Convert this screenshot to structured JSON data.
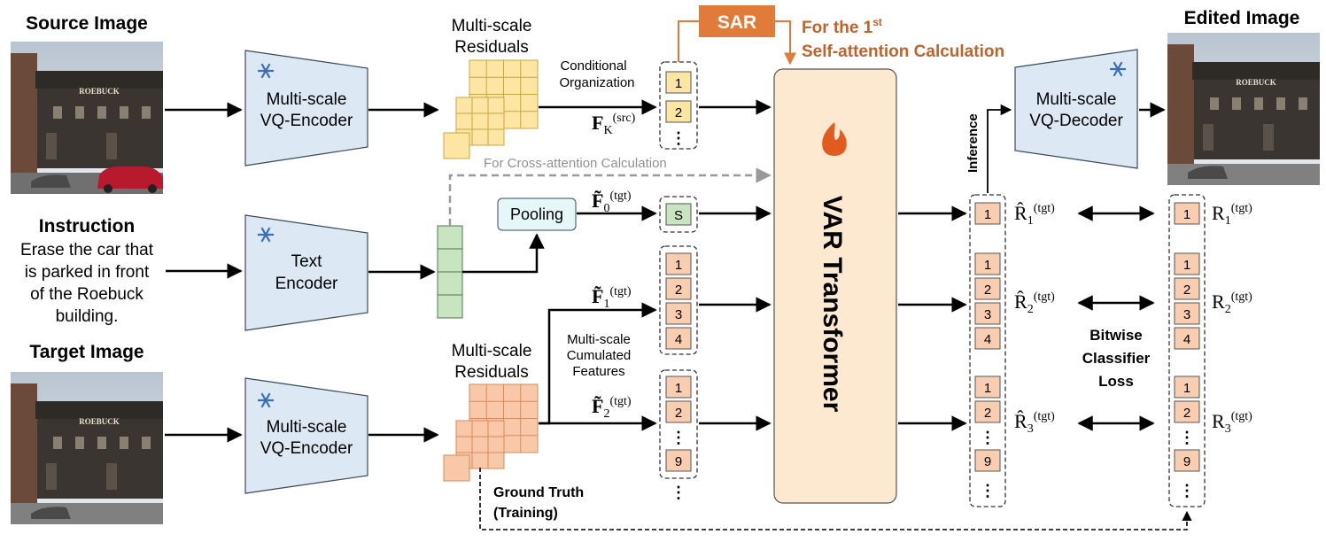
{
  "titles": {
    "source_image": "Source Image",
    "edited_image": "Edited Image",
    "target_image": "Target Image",
    "instruction_heading": "Instruction"
  },
  "instruction_text": [
    "Erase the car that",
    "is parked in front",
    "of the Roebuck",
    "building."
  ],
  "photo_sign": "ROEBUCK",
  "encoders": {
    "src_encoder": [
      "Multi-scale",
      "VQ-Encoder"
    ],
    "text_encoder": [
      "Text",
      "Encoder"
    ],
    "tgt_encoder": [
      "Multi-scale",
      "VQ-Encoder"
    ],
    "decoder": [
      "Multi-scale",
      "VQ-Decoder"
    ]
  },
  "residuals_label": [
    "Multi-scale",
    "Residuals"
  ],
  "conditional_organization": [
    "Conditional",
    "Organization"
  ],
  "cumulated_features": [
    "Multi-scale",
    "Cumulated",
    "Features"
  ],
  "sar": "SAR",
  "sar_note_line1": "For the 1",
  "sar_note_sup": "st",
  "sar_note_line2": "Self-attention Calculation",
  "cross_attention_note": "For Cross-attention Calculation",
  "pooling": "Pooling",
  "transformer": "VAR Transformer",
  "inference": "Inference",
  "ground_truth": [
    "Ground Truth",
    "(Training)"
  ],
  "bitwise_loss": [
    "Bitwise",
    "Classifier",
    "Loss"
  ],
  "features": {
    "fk_main": "F",
    "fk_sub": "K",
    "fk_sup": "(src)",
    "f0_main": "F̃",
    "f0_sub": "0",
    "f0_sup": "(tgt)",
    "f1_main": "F̃",
    "f1_sub": "1",
    "f1_sup": "(tgt)",
    "f2_main": "F̃",
    "f2_sub": "2",
    "f2_sup": "(tgt)"
  },
  "predictions": {
    "r1_main": "R̂",
    "r1_sub": "1",
    "r2_main": "R̂",
    "r2_sub": "2",
    "r3_main": "R̂",
    "r3_sub": "3",
    "sup": "(tgt)"
  },
  "targets": {
    "r1_main": "R",
    "r1_sub": "1",
    "r2_main": "R",
    "r2_sub": "2",
    "r3_main": "R",
    "r3_sub": "3",
    "sup": "(tgt)"
  },
  "tokens": {
    "one": "1",
    "two": "2",
    "three": "3",
    "four": "4",
    "nine": "9",
    "start": "S",
    "dots": "⋮"
  },
  "colors": {
    "accent_orange": "#e07b39",
    "encoder_blue": "#dce8f4",
    "transformer_fill": "#fde9cf",
    "residual_yellow": "#fde6a3",
    "residual_orange": "#f9c8a8",
    "token_orange": "#f9cdb0",
    "token_green": "#c9e4c0",
    "pooling_fill": "#e6f7f8",
    "snowflake": "#3b6fb4",
    "flame": "#e25b1e"
  }
}
